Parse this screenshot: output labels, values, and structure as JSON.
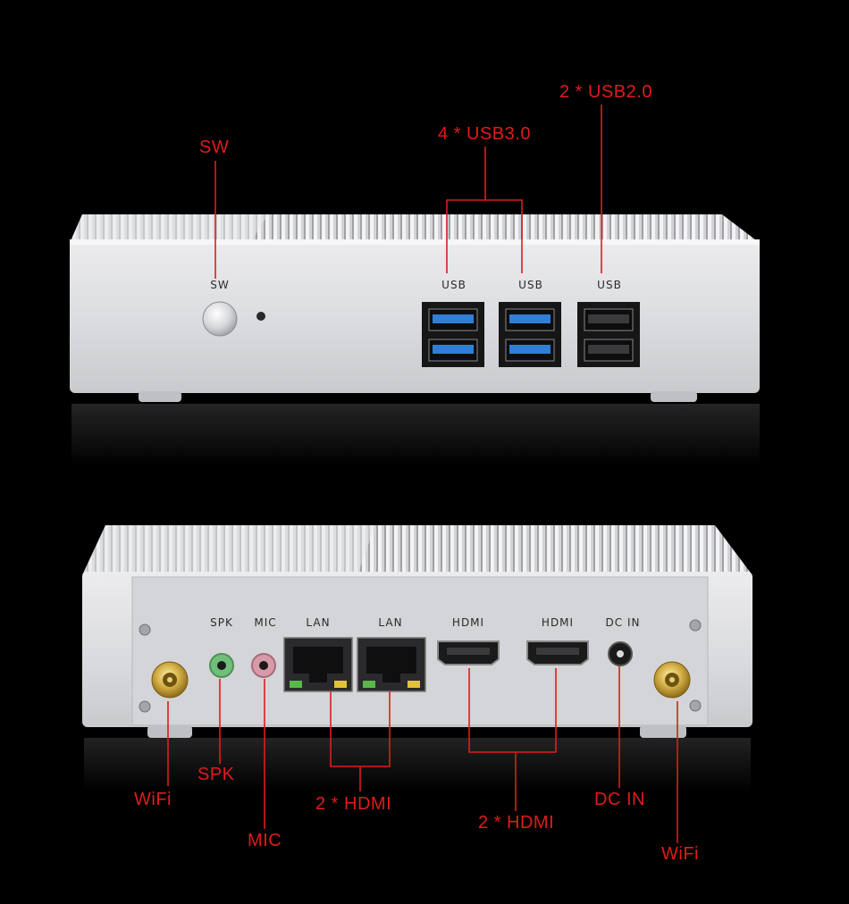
{
  "front": {
    "port_labels": {
      "sw": "SW",
      "usb_a": "USB",
      "usb_b": "USB",
      "usb_c": "USB"
    }
  },
  "rear": {
    "port_labels": {
      "spk": "SPK",
      "mic": "MIC",
      "lan_a": "LAN",
      "lan_b": "LAN",
      "hdmi_a": "HDMI",
      "hdmi_b": "HDMI",
      "dc_in": "DC IN"
    }
  },
  "callouts": {
    "sw": "SW",
    "usb3": "4 * USB3.0",
    "usb2": "2 * USB2.0",
    "wifi_left": "WiFi",
    "spk": "SPK",
    "mic": "MIC",
    "lan": "2 * HDMI",
    "hdmi": "2 * HDMI",
    "dc_in": "DC IN",
    "wifi_right": "WiFi"
  },
  "colors": {
    "callout": "#e11b1b",
    "background": "#000000",
    "chassis": "#d9dadc",
    "usb3_blue": "#2f7fd6"
  }
}
